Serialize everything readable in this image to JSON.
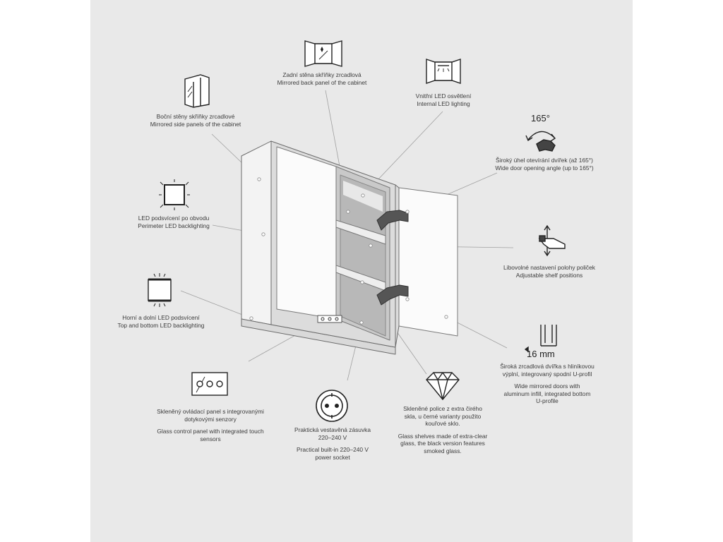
{
  "annotations": [
    {
      "id": "side-panels",
      "icon": "mirror-side-panels-icon",
      "lines": [
        "Boční stěny skříňky zrcadlové",
        "Mirrored side panels of the cabinet"
      ]
    },
    {
      "id": "back-panel",
      "icon": "mirror-back-panel-icon",
      "lines": [
        "Zadní stěna skříňky zrcadlová",
        "Mirrored back panel of the cabinet"
      ]
    },
    {
      "id": "internal-led",
      "icon": "internal-light-icon",
      "lines": [
        "Vnitřní LED osvětlení",
        "Internal LED lighting"
      ]
    },
    {
      "id": "opening-angle",
      "icon": "hinge-rotate-icon",
      "lines": [
        "Široký úhel otevírání dvířek (až 165°)",
        "Wide door opening angle (up to 165°)"
      ]
    },
    {
      "id": "perimeter-led",
      "icon": "perimeter-led-icon",
      "lines": [
        "LED podsvícení po obvodu",
        "Perimeter LED backlighting"
      ]
    },
    {
      "id": "shelf-positions",
      "icon": "shelf-adjust-icon",
      "lines": [
        "Libovolné nastavení polohy poliček",
        "Adjustable shelf positions"
      ]
    },
    {
      "id": "top-bottom-led",
      "icon": "top-bottom-led-icon",
      "lines": [
        "Horní a dolní LED podsvícení",
        "Top and bottom LED backlighting"
      ]
    },
    {
      "id": "door-profile",
      "icon": "u-profile-icon",
      "lines": [
        "Široká zrcadlová dvířka s hliníkovou",
        "výplní, integrovaný spodní U-profil"
      ],
      "lines2": [
        "Wide mirrored doors with",
        "aluminum infill, integrated bottom",
        "U-profile"
      ]
    },
    {
      "id": "control-panel",
      "icon": "touch-panel-icon",
      "lines": [
        "Skleněný ovládací panel s integrovanými",
        "dotykovými senzory"
      ],
      "lines2": [
        "Glass control panel with integrated touch",
        "sensors"
      ]
    },
    {
      "id": "socket",
      "icon": "power-socket-icon",
      "lines": [
        "Praktická vestavěná zásuvka",
        "220–240 V"
      ],
      "lines2": [
        "Practical built-in 220–240 V",
        "power socket"
      ]
    },
    {
      "id": "glass-shelves",
      "icon": "diamond-icon",
      "lines": [
        "Skleněné police z extra čirého",
        "skla, u černé varianty použito",
        "kouřové sklo."
      ],
      "lines2": [
        "Glass shelves made of extra-clear",
        "glass, the black version features",
        "smoked glass."
      ]
    }
  ],
  "angle_text": "165°",
  "thickness_text": "16 mm",
  "colors": {
    "background": "#e9e9e9",
    "outer": "#ffffff",
    "line": "#9a9a9a",
    "ink": "#222222"
  }
}
